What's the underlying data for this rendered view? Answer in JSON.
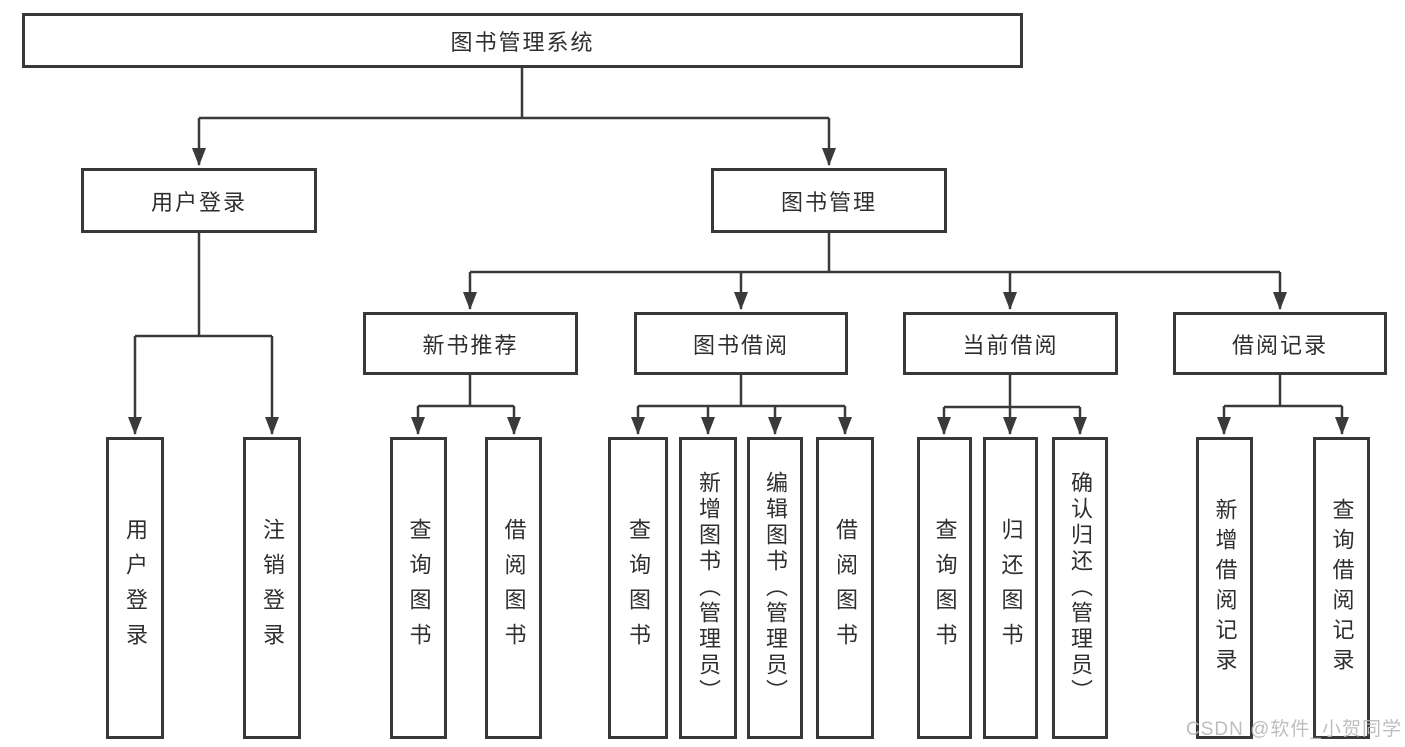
{
  "diagram": {
    "title": "图书管理系统",
    "root": {
      "label": "图书管理系统"
    },
    "level2": [
      {
        "id": "user-login",
        "label": "用户登录"
      },
      {
        "id": "book-management",
        "label": "图书管理"
      }
    ],
    "level3": [
      {
        "id": "new-book-recommend",
        "label": "新书推荐",
        "parent": "图书管理"
      },
      {
        "id": "book-borrow",
        "label": "图书借阅",
        "parent": "图书管理"
      },
      {
        "id": "current-borrow",
        "label": "当前借阅",
        "parent": "图书管理"
      },
      {
        "id": "borrow-records",
        "label": "借阅记录",
        "parent": "图书管理"
      }
    ],
    "leaves": [
      {
        "id": "leaf-user-login",
        "label": "用户登录",
        "parent": "用户登录"
      },
      {
        "id": "leaf-logout",
        "label": "注销登录",
        "parent": "用户登录"
      },
      {
        "id": "leaf-query-book-1",
        "label": "查询图书",
        "parent": "新书推荐"
      },
      {
        "id": "leaf-borrow-book-1",
        "label": "借阅图书",
        "parent": "新书推荐"
      },
      {
        "id": "leaf-query-book-2",
        "label": "查询图书",
        "parent": "图书借阅"
      },
      {
        "id": "leaf-add-book",
        "label": "新增图书（管理员）",
        "parent": "图书借阅"
      },
      {
        "id": "leaf-edit-book",
        "label": "编辑图书（管理员）",
        "parent": "图书借阅"
      },
      {
        "id": "leaf-borrow-book-2",
        "label": "借阅图书",
        "parent": "图书借阅"
      },
      {
        "id": "leaf-query-book-3",
        "label": "查询图书",
        "parent": "当前借阅"
      },
      {
        "id": "leaf-return-book",
        "label": "归还图书",
        "parent": "当前借阅"
      },
      {
        "id": "leaf-confirm-return",
        "label": "确认归还（管理员）",
        "parent": "当前借阅"
      },
      {
        "id": "leaf-add-record",
        "label": "新增借阅记录",
        "parent": "借阅记录"
      },
      {
        "id": "leaf-query-record",
        "label": "查询借阅记录",
        "parent": "借阅记录"
      }
    ]
  },
  "watermark": {
    "text": "CSDN @软件_小贺同学"
  },
  "colors": {
    "line": "#3a3a3a",
    "box_border": "#383838",
    "text": "#2f2f2f",
    "background": "#ffffff",
    "watermark": "#b8b8b8"
  }
}
